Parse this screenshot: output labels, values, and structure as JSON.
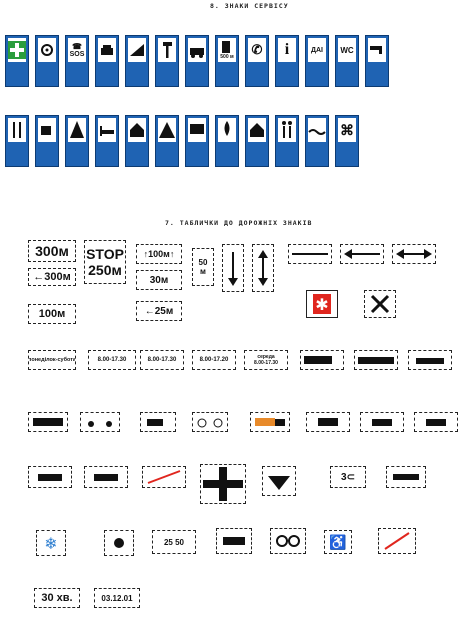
{
  "headings": {
    "service_signs": "8. ЗНАКИ СЕРВІСУ",
    "plates": "7. ТАБЛИЧКИ ДО ДОРОЖНІХ ЗНАКІВ"
  },
  "service_signs": {
    "sos": "SOS",
    "fuel_500": "500 м",
    "dai": "ДАІ",
    "wc": "WC"
  },
  "plates": {
    "p300": "300м",
    "p300b": "←300м",
    "p100": "100м",
    "stop1": "STOP",
    "stop2": "250м",
    "p100arrow": "↑100м↑",
    "p30": "30м",
    "p25": "←25м",
    "p50": "50",
    "pm": "м",
    "s_sat": "понеділок-субота",
    "s_time1": "8.00-17.30",
    "s_time2": "8.00-17.30",
    "s_time3": "8.00-17.20",
    "s_wed1": "середа",
    "s_wed2": "8.00-17.30",
    "p30min": "30 хв.",
    "date": "03.12.01"
  },
  "colors": {
    "service_blue": "#1f63b3",
    "accent_red": "#e0261e",
    "snow_blue": "#2f7fd0"
  }
}
